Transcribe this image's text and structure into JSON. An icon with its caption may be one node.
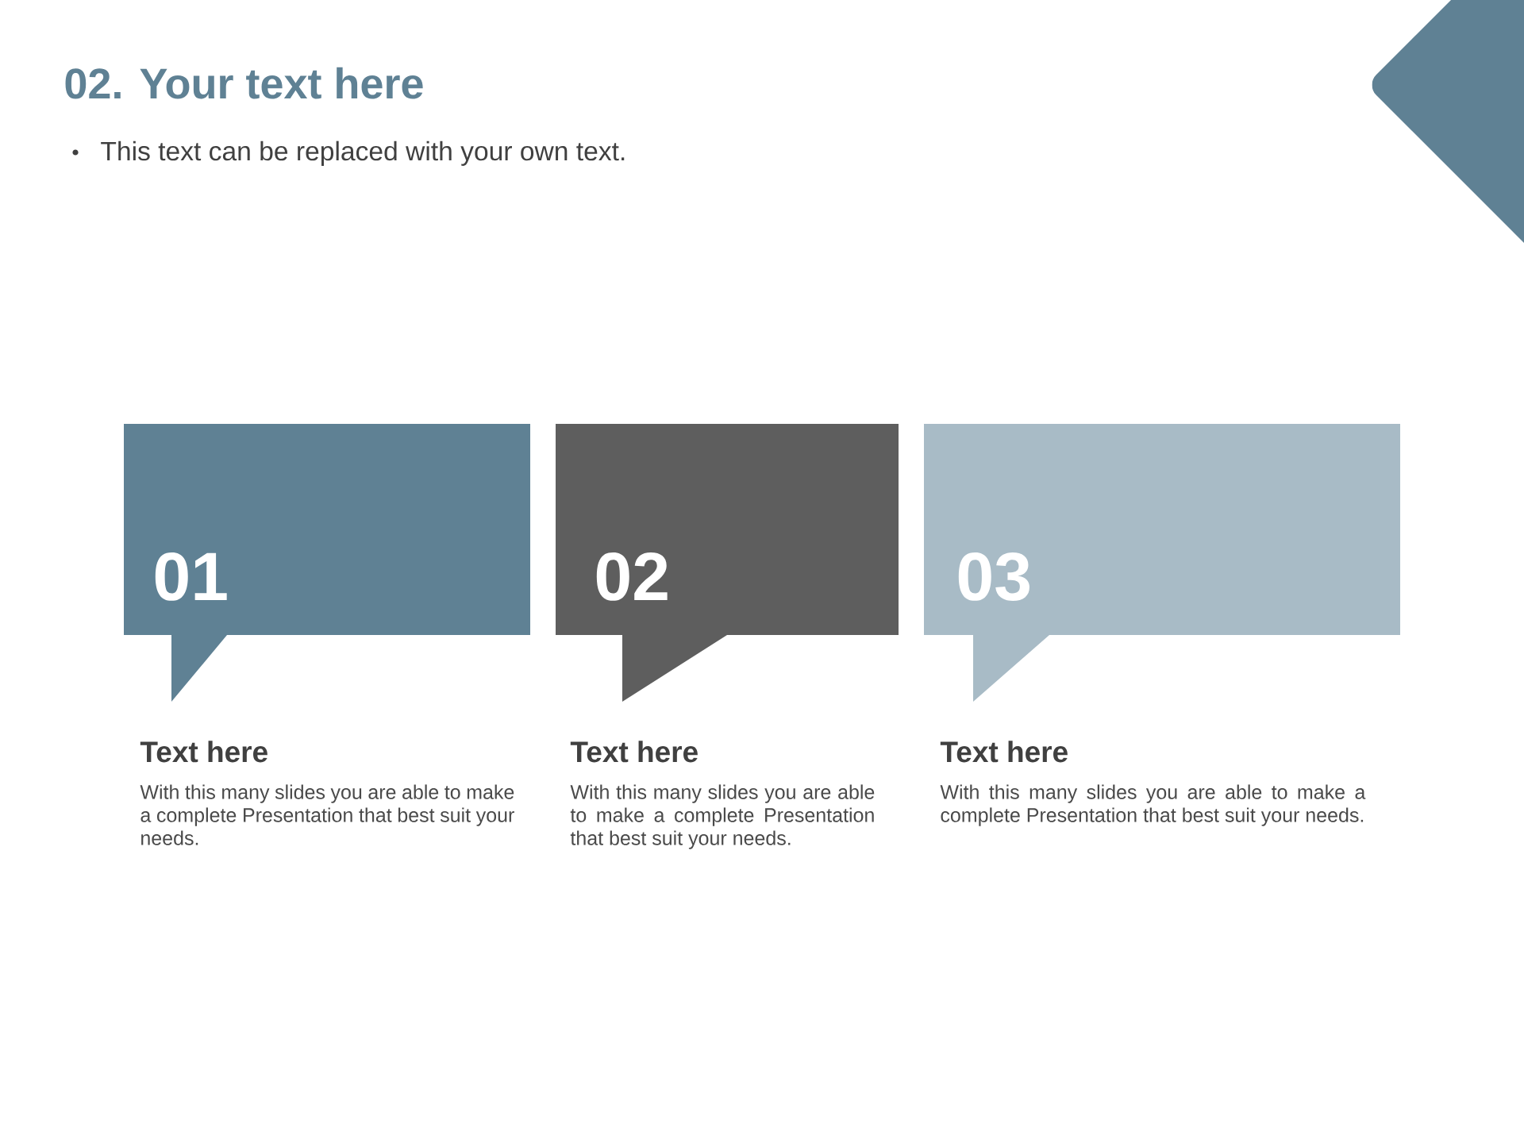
{
  "diagram": {
    "title": "02. Your text here",
    "nodes": [
      {
        "text": [
          "01"
        ],
        "beside": [
          "Text here",
          "With this many slides you are able to make a complete Presentation that best suit your needs."
        ]
      },
      {
        "text": [
          "02"
        ],
        "beside": [
          "Text here",
          "With this many slides you are able to make a complete Presentation that best suit your needs."
        ]
      },
      {
        "text": [
          "03"
        ],
        "beside": [
          "Text here",
          "With this many slides you are able to make a complete Presentation that best suit your needs."
        ]
      }
    ],
    "labels": [
      "This text can be replaced with your own text."
    ]
  }
}
